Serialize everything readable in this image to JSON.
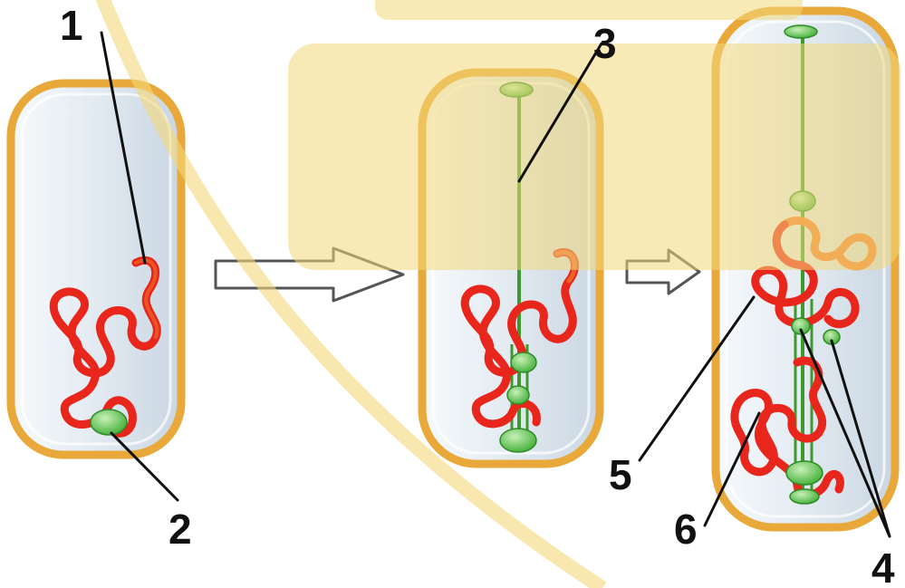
{
  "labels": {
    "l1": "1",
    "l2": "2",
    "l3": "3",
    "l4": "4",
    "l5": "5",
    "l6": "6"
  },
  "colors": {
    "cell_wall": "#e8a93a",
    "cytoplasm": "#e9f0f5",
    "dna": "#e8261c",
    "dna_highlight": "#f0782a",
    "protein": "#55c64a",
    "filament": "#3e9a2e",
    "arrow_fill": "#ffffff",
    "arrow_stroke": "#555555",
    "overlay": "#f3d97a"
  },
  "icons": {
    "arrow1": "right-arrow-icon",
    "arrow2": "right-arrow-icon"
  }
}
